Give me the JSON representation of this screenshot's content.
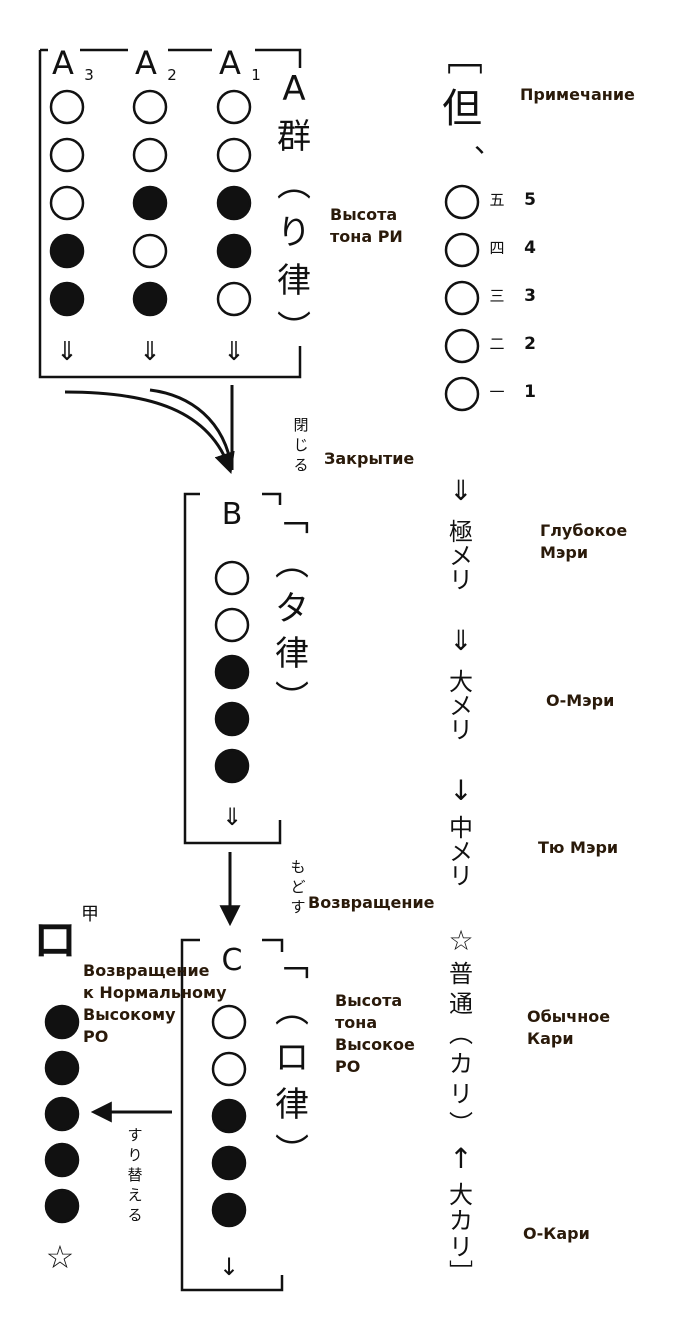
{
  "colors": {
    "ink": "#111111",
    "label": "#2a1a0a",
    "paper": "#ffffff"
  },
  "group_a": {
    "columns": [
      {
        "letter": "A",
        "sub": "3",
        "holes": [
          "open",
          "open",
          "open",
          "closed",
          "closed"
        ],
        "arrow": "⇓"
      },
      {
        "letter": "A",
        "sub": "2",
        "holes": [
          "open",
          "open",
          "closed",
          "open",
          "closed"
        ],
        "arrow": "⇓"
      },
      {
        "letter": "A",
        "sub": "1",
        "holes": [
          "open",
          "open",
          "closed",
          "closed",
          "open"
        ],
        "arrow": "⇓"
      }
    ],
    "vertical_text": [
      "A",
      "群",
      "︵",
      "り",
      "律",
      "︶"
    ],
    "label_pitch": "Высота\nтона РИ"
  },
  "closing": {
    "vertical_text": [
      "閉",
      "じ",
      "る"
    ],
    "label": "Закрытие"
  },
  "group_b": {
    "letter": "B",
    "holes": [
      "open",
      "open",
      "closed",
      "closed",
      "closed"
    ],
    "arrow": "⇓",
    "vertical_text": [
      "﹁",
      "︵",
      "タ",
      "律",
      "︶"
    ]
  },
  "returning": {
    "vertical_text": [
      "も",
      "ど",
      "す"
    ],
    "label": "Возвращение"
  },
  "group_c": {
    "letter": "C",
    "holes": [
      "open",
      "open",
      "closed",
      "closed",
      "closed"
    ],
    "arrow": "↓",
    "vertical_text": [
      "﹁",
      "︵",
      "ロ",
      "律",
      "︶"
    ],
    "label_pitch": "Высота\nтона\nВысокое\nРО"
  },
  "exchange": {
    "vertical_text": [
      "す",
      "り",
      "替",
      "え",
      "る"
    ]
  },
  "ro_column": {
    "glyph": "ロ",
    "glyph_sup": "甲",
    "holes": [
      "closed",
      "closed",
      "closed",
      "closed",
      "closed"
    ],
    "star": "☆",
    "label": "Возвращение\nк Нормальному\nВысокому\nРО"
  },
  "note": {
    "bracket_top": "﹇",
    "glyph": "但",
    "comma": "、",
    "label": "Примечание",
    "holes": [
      {
        "kanji": "五",
        "num": "5"
      },
      {
        "kanji": "四",
        "num": "4"
      },
      {
        "kanji": "三",
        "num": "3"
      },
      {
        "kanji": "二",
        "num": "2"
      },
      {
        "kanji": "一",
        "num": "1"
      }
    ]
  },
  "scale": [
    {
      "arrow": "⇓",
      "text": [
        "極",
        "メ",
        "リ"
      ],
      "label": "Глубокое\nМэри"
    },
    {
      "arrow": "⇓",
      "text": [
        "大",
        "メ",
        "リ"
      ],
      "label": "О-Мэри"
    },
    {
      "arrow": "↓",
      "text": [
        "中",
        "メ",
        "リ"
      ],
      "label": "Тю Мэри"
    },
    {
      "arrow": "☆",
      "text": [
        "普",
        "通",
        "︵",
        "カ",
        "リ",
        "︶"
      ],
      "label": "Обычное\nКари"
    },
    {
      "arrow": "↑",
      "text": [
        "大",
        "カ",
        "リ",
        "﹈"
      ],
      "label": "О-Кари"
    }
  ]
}
